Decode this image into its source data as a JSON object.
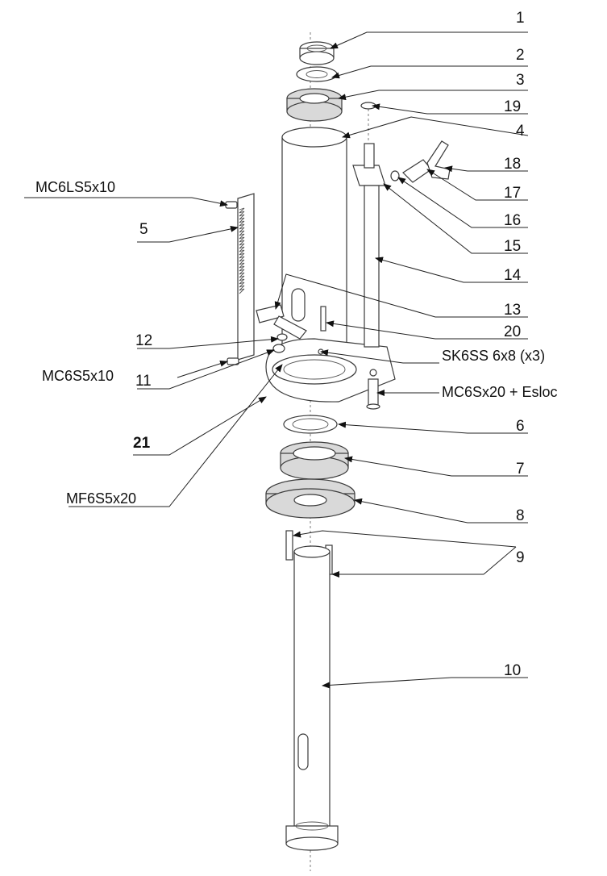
{
  "diagram": {
    "parts": [
      {
        "id": "1",
        "label": "1"
      },
      {
        "id": "2",
        "label": "2"
      },
      {
        "id": "3",
        "label": "3"
      },
      {
        "id": "19",
        "label": "19"
      },
      {
        "id": "4",
        "label": "4"
      },
      {
        "id": "18",
        "label": "18"
      },
      {
        "id": "17",
        "label": "17"
      },
      {
        "id": "16",
        "label": "16"
      },
      {
        "id": "15",
        "label": "15"
      },
      {
        "id": "14",
        "label": "14"
      },
      {
        "id": "13",
        "label": "13"
      },
      {
        "id": "20",
        "label": "20"
      },
      {
        "id": "5",
        "label": "5"
      },
      {
        "id": "12",
        "label": "12"
      },
      {
        "id": "11",
        "label": "11"
      },
      {
        "id": "21",
        "label": "21"
      },
      {
        "id": "6",
        "label": "6"
      },
      {
        "id": "7",
        "label": "7"
      },
      {
        "id": "8",
        "label": "8"
      },
      {
        "id": "9",
        "label": "9"
      },
      {
        "id": "10",
        "label": "10"
      }
    ],
    "fasteners": [
      {
        "id": "mc6ls5x10",
        "label": "MC6LS5x10"
      },
      {
        "id": "mc6s5x10",
        "label": "MC6S5x10"
      },
      {
        "id": "sk6ss",
        "label": "SK6SS 6x8 (x3)"
      },
      {
        "id": "mc6sx20",
        "label": "MC6Sx20 + Esloc"
      },
      {
        "id": "mf6s5x20",
        "label": "MF6S5x20"
      }
    ]
  }
}
